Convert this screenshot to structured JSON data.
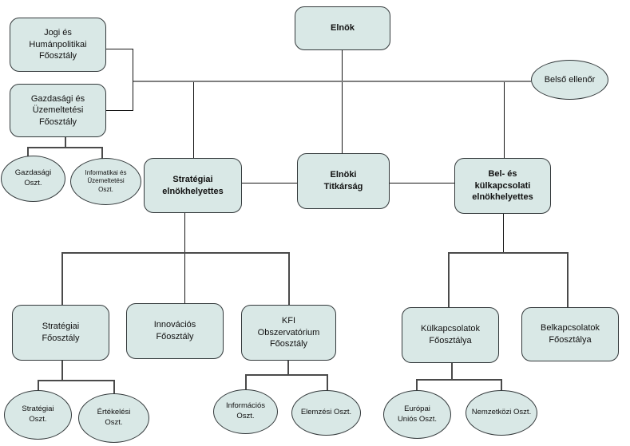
{
  "title": "Szervezeti ábra (organizational chart)",
  "colors": {
    "node_fill": "#d9e8e6",
    "node_border": "#33393b",
    "main_line": "#7f7f7f",
    "connector_line": "#4a4a4a",
    "background": "#ffffff"
  },
  "nodes": {
    "elnok": {
      "label": "Elnök"
    },
    "belso_ellenor": {
      "label": "Belső ellenőr"
    },
    "jogi": {
      "label": "Jogi és\nHumánpolitikai\nFőosztály"
    },
    "gazdasagi_fo": {
      "label": "Gazdasági és\nÜzemeltetési\nFőosztály"
    },
    "gazdasagi_oszt": {
      "label": "Gazdasági\nOszt."
    },
    "informatikai_oszt": {
      "label": "Informatikai és\nÜzemeltetési\nOszt."
    },
    "strategiai_elnokhelyettes": {
      "label": "Stratégiai\nelnökhelyettes"
    },
    "elnoki_titkarsag": {
      "label": "Elnöki\nTitkárság"
    },
    "bel_es_kulkapcsolati": {
      "label": "Bel- és\nkülkapcsolati\nelnökhelyettes"
    },
    "strategiai_fo": {
      "label": "Stratégiai\nFőosztály"
    },
    "innovacios_fo": {
      "label": "Innovációs\nFőosztály"
    },
    "kfi_fo": {
      "label": "KFI\nObszervatórium\nFőosztály"
    },
    "kulkapcsolatok_fo": {
      "label": "Külkapcsolatok\nFőosztálya"
    },
    "belkapcsolatok_fo": {
      "label": "Belkapcsolatok\nFőosztálya"
    },
    "strategiai_oszt": {
      "label": "Stratégiai\nOszt."
    },
    "ertekelesi_oszt": {
      "label": "Értékelési\nOszt."
    },
    "informacios_oszt": {
      "label": "Információs\nOszt."
    },
    "elemzesi_oszt": {
      "label": "Elemzési Oszt."
    },
    "europai_unios_oszt": {
      "label": "Európai\nUniós Oszt."
    },
    "nemzetkozi_oszt": {
      "label": "Nemzetközi Oszt."
    }
  }
}
